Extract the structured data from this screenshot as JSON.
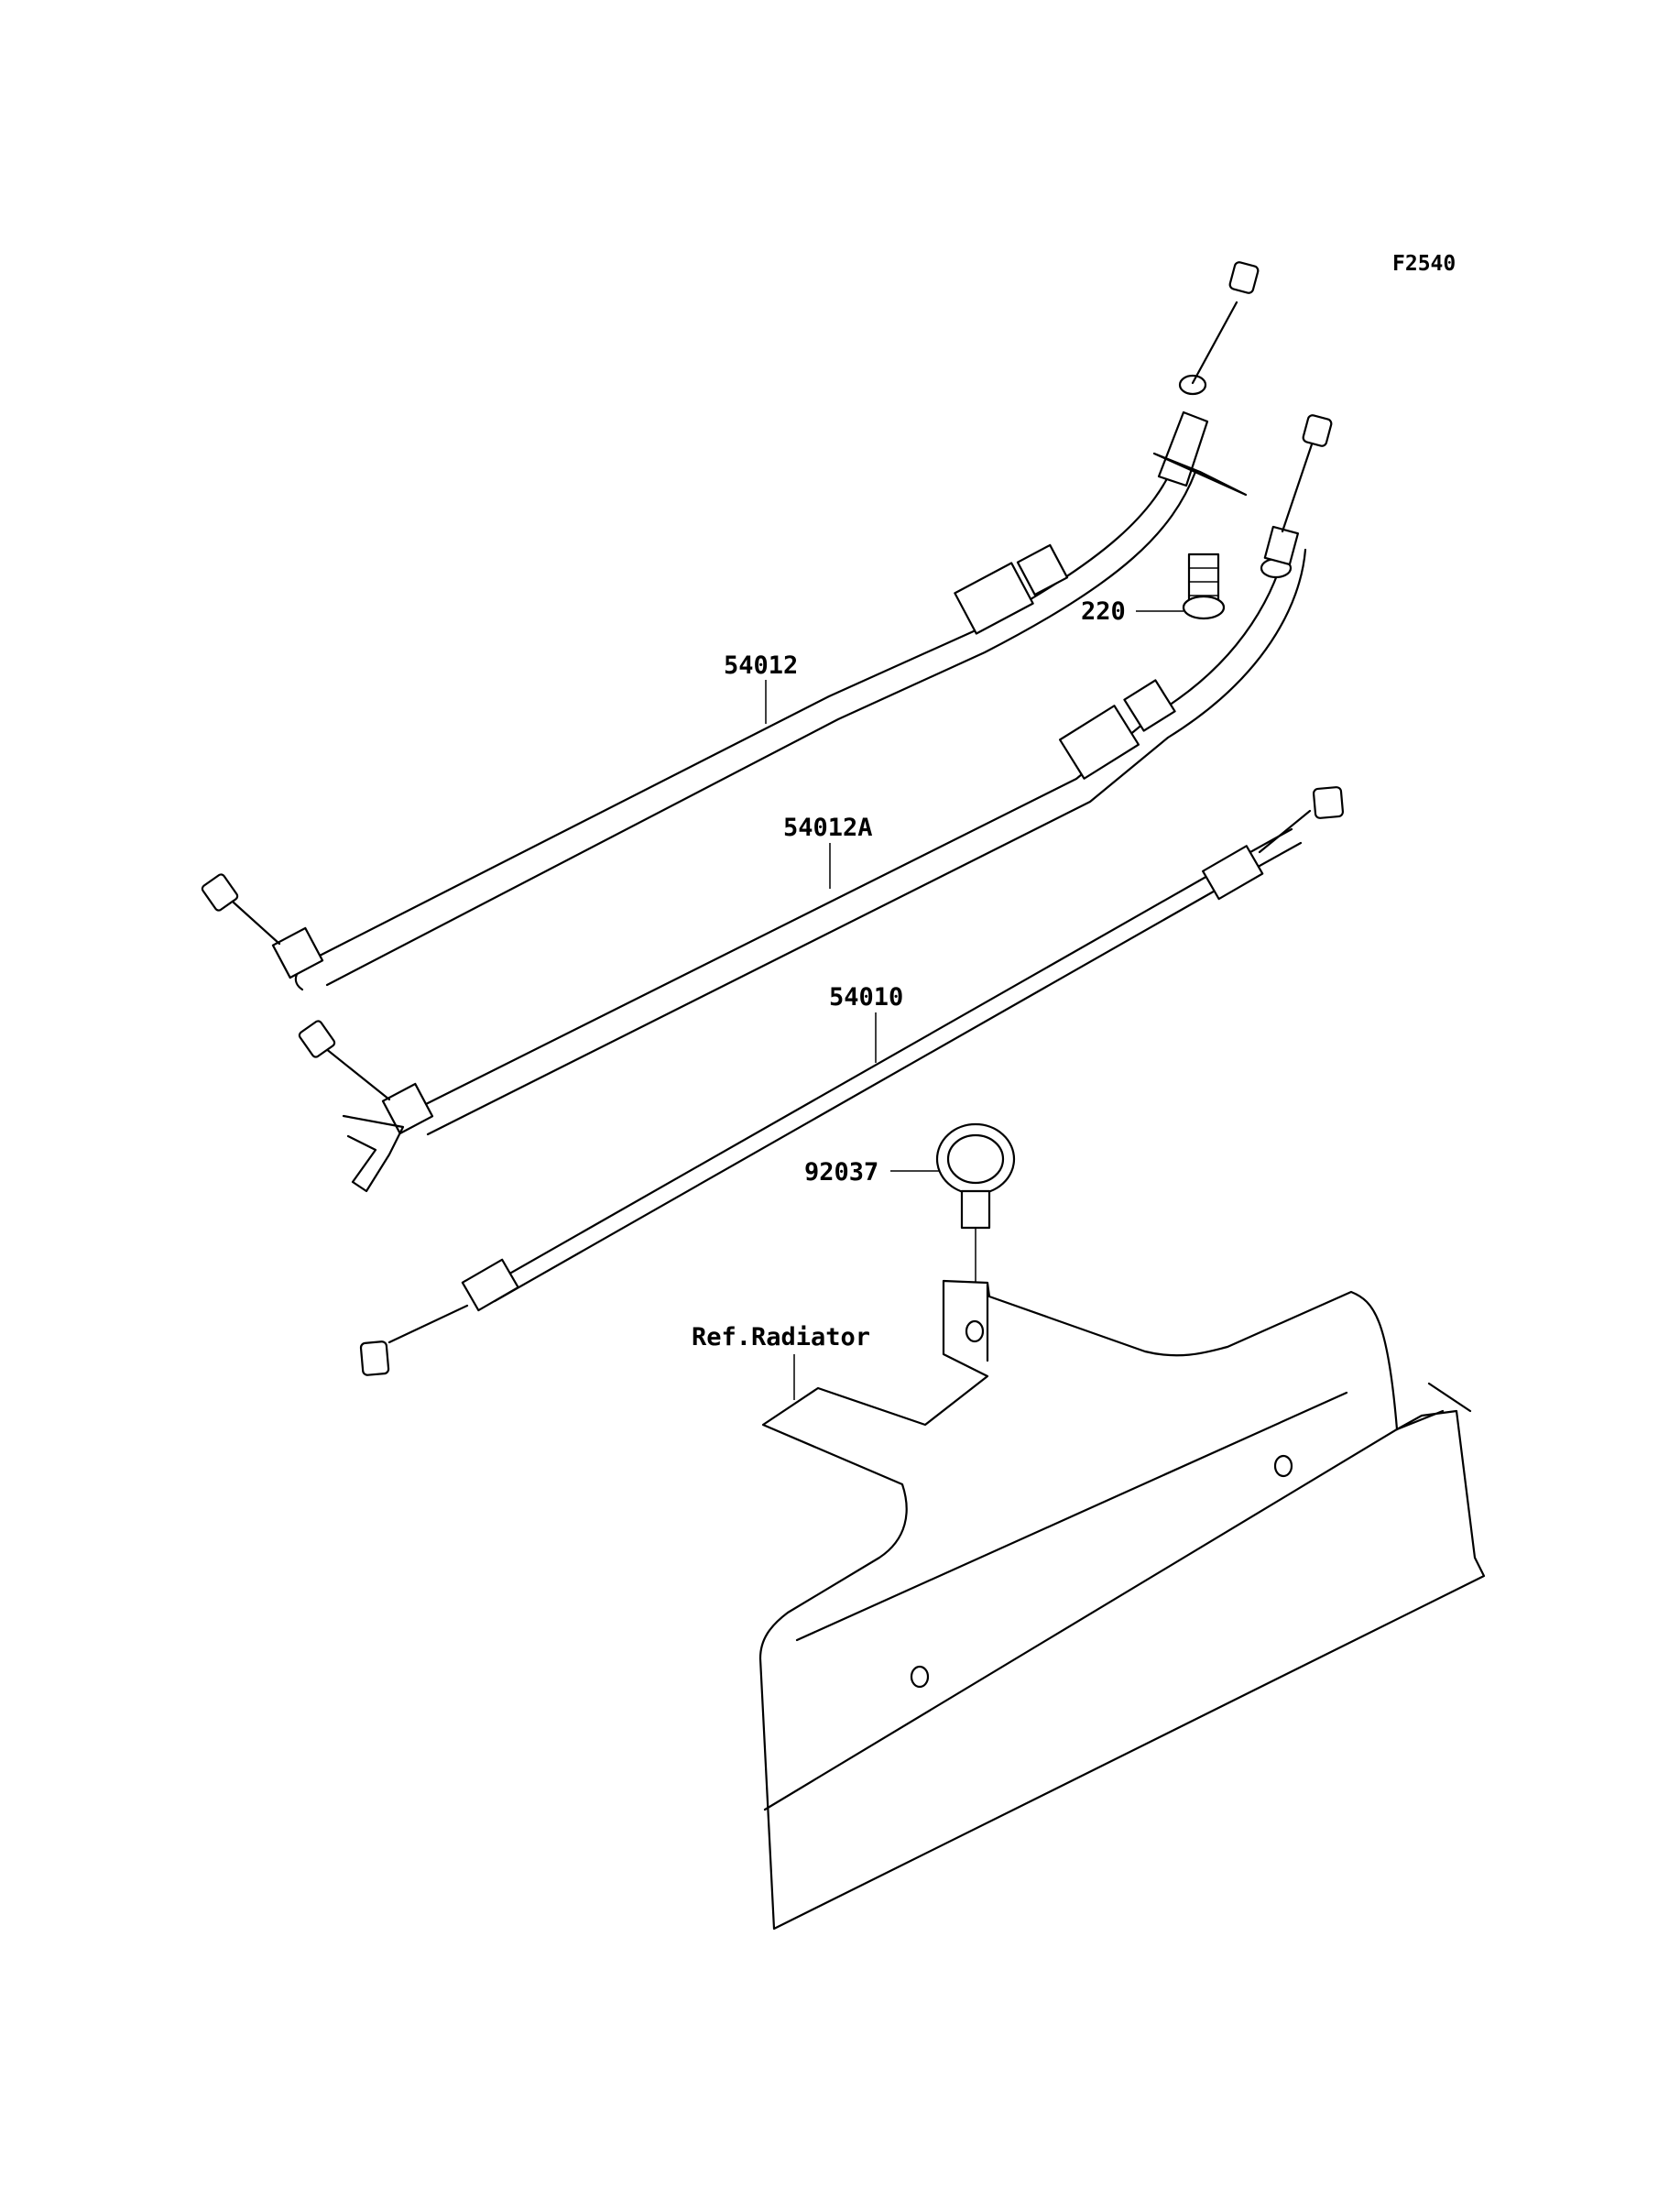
{
  "figure_code": "F2540",
  "callouts": {
    "cable_throttle_open": "54012",
    "cable_throttle_close": "54012A",
    "cable_choke": "54010",
    "bolt": "220",
    "clamp": "92037",
    "radiator_ref": "Ref.Radiator"
  }
}
